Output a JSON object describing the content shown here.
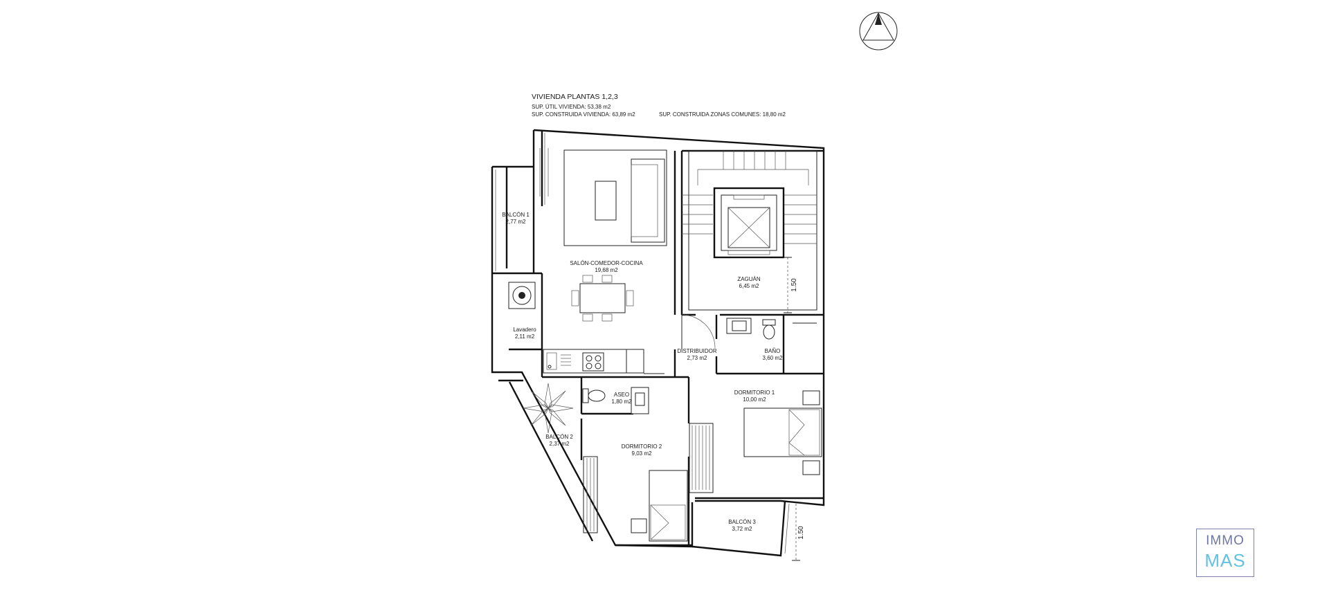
{
  "header": {
    "title": "VIVIENDA PLANTAS 1,2,3",
    "sup_util": "SUP. ÚTIL VIVIENDA: 53,38 m2",
    "sup_construida": "SUP. CONSTRUIDA VIVIENDA: 63,89 m2",
    "sup_comunes": "SUP. CONSTRUIDA ZONAS COMUNES: 18,80 m2"
  },
  "rooms": {
    "balcon1": {
      "name": "BALCÓN 1",
      "area": "2,77 m2"
    },
    "salon": {
      "name": "SALÓN-COMEDOR-COCINA",
      "area": "19,68 m2"
    },
    "zaguan": {
      "name": "ZAGUÁN",
      "area": "6,45 m2"
    },
    "lavadero": {
      "name": "Lavadero",
      "area": "2,11 m2"
    },
    "distribuidor": {
      "name": "DISTRIBUIDOR",
      "area": "2,73 m2"
    },
    "bano": {
      "name": "BAÑO",
      "area": "3,60 m2"
    },
    "aseo": {
      "name": "ASEO",
      "area": "1,80 m2"
    },
    "dormitorio1": {
      "name": "DORMITORIO 1",
      "area": "10,00 m2"
    },
    "balcon2": {
      "name": "BALCÓN 2",
      "area": "2,37 m2"
    },
    "dormitorio2": {
      "name": "DORMITORIO 2",
      "area": "9,03 m2"
    },
    "balcon3": {
      "name": "BALCÓN 3",
      "area": "3,72 m2"
    }
  },
  "dimensions": {
    "d1": "1.50",
    "d2": "1.50"
  },
  "logo": {
    "line1": "IMMO",
    "line2": "MAS"
  }
}
